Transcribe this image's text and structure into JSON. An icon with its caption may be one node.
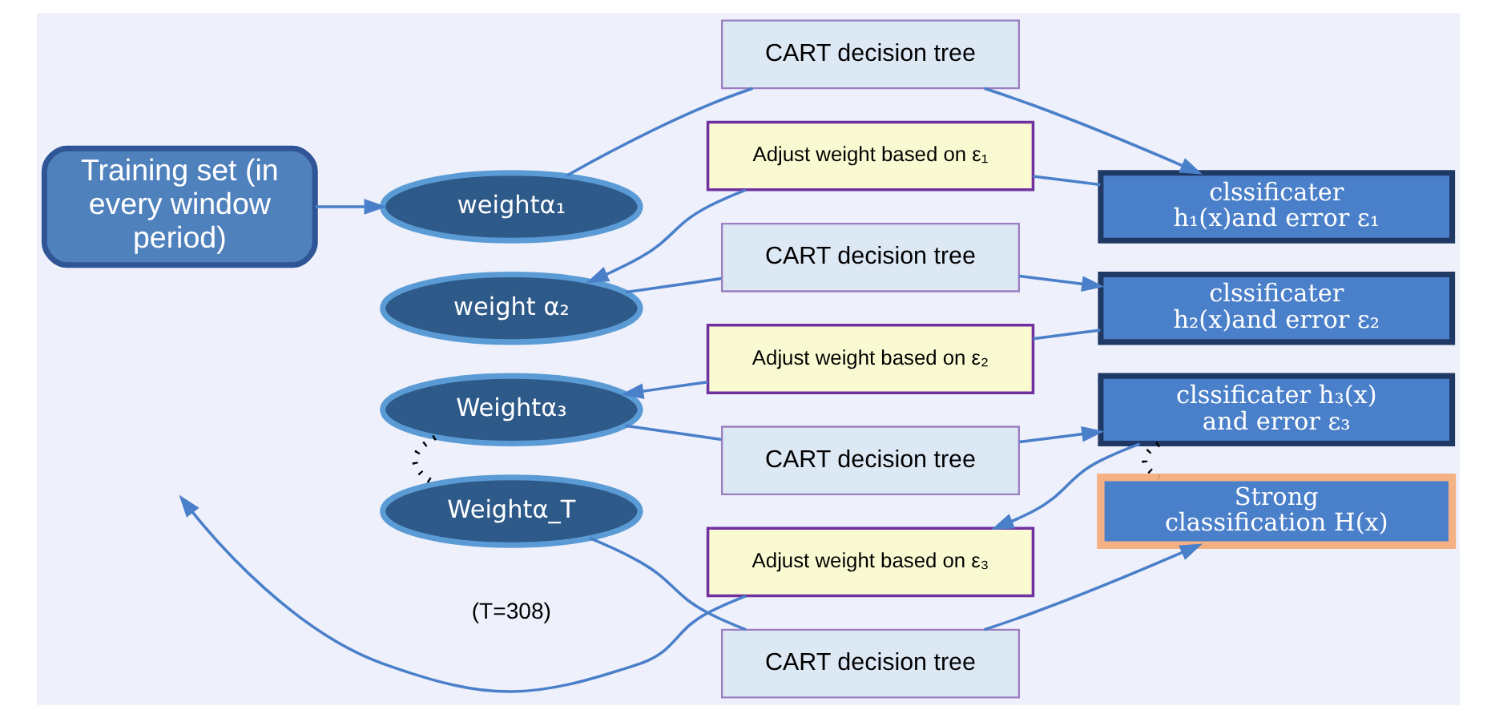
{
  "diagram": {
    "nodes": [
      {
        "text": [
          "Training set (in every window period)"
        ]
      },
      {
        "text": [
          "weightα₁"
        ]
      },
      {
        "text": [
          "CART decision tree"
        ]
      },
      {
        "text": [
          "clssificater h₁(x)and error ε₁"
        ]
      },
      {
        "text": [
          "Adjust weight based on ε₁"
        ]
      },
      {
        "text": [
          "weight α₂"
        ]
      },
      {
        "text": [
          "CART decision tree"
        ]
      },
      {
        "text": [
          "clssificater h₂(x)and error ε₂"
        ]
      },
      {
        "text": [
          "Adjust weight based on ε₂"
        ]
      },
      {
        "text": [
          "Weightα₃"
        ]
      },
      {
        "text": [
          "CART decision tree"
        ]
      },
      {
        "text": [
          "clssificater h₃(x) and error ε₃"
        ]
      },
      {
        "text": [
          "Adjust weight based on ε₃"
        ]
      },
      {
        "text": [
          "Weightα_T"
        ]
      },
      {
        "text": [
          "CART decision tree"
        ]
      },
      {
        "text": [
          "Strong classification H(x)"
        ]
      }
    ],
    "edges": [
      {
        "from": 0,
        "to": 1,
        "arrow": "to"
      },
      {
        "from": 1,
        "to": 2,
        "arrow": "none"
      },
      {
        "from": 2,
        "to": 3,
        "arrow": "to"
      },
      {
        "from": 3,
        "to": 4,
        "arrow": "none"
      },
      {
        "from": 4,
        "to": 5,
        "arrow": "to"
      },
      {
        "from": 5,
        "to": 6,
        "arrow": "none"
      },
      {
        "from": 6,
        "to": 7,
        "arrow": "to"
      },
      {
        "from": 7,
        "to": 8,
        "arrow": "none"
      },
      {
        "from": 8,
        "to": 9,
        "arrow": "to"
      },
      {
        "from": 9,
        "to": 10,
        "arrow": "none"
      },
      {
        "from": 10,
        "to": 11,
        "arrow": "to"
      },
      {
        "from": 11,
        "to": 12,
        "arrow": "to"
      },
      {
        "from": 12,
        "to": null,
        "arrow": "to"
      },
      {
        "from": 9,
        "to": 13,
        "arrow": "none",
        "style": "dashed",
        "color": "#000000"
      },
      {
        "from": 11,
        "to": 15,
        "arrow": "none",
        "style": "dashed",
        "color": "#000000"
      },
      {
        "from": 13,
        "to": 14,
        "arrow": "none"
      },
      {
        "from": 14,
        "to": 15,
        "arrow": "to"
      }
    ],
    "labels": [
      "(T=308)"
    ]
  }
}
